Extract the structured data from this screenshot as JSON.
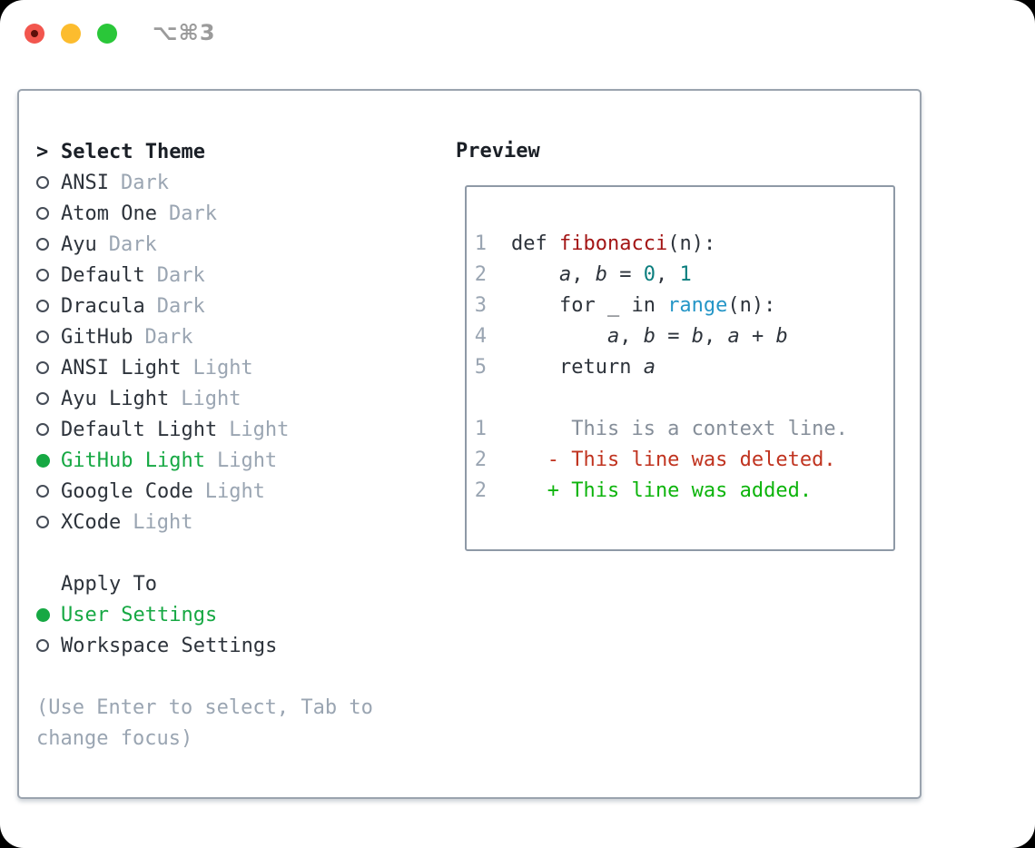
{
  "titlebar": {
    "shortcut": "⌥⌘3",
    "traffic_lights": [
      "close",
      "minimize",
      "zoom"
    ]
  },
  "theme_panel": {
    "title_prefix": ">",
    "title": "Select Theme",
    "themes": [
      {
        "name": "ANSI",
        "tag": "Dark",
        "selected": false
      },
      {
        "name": "Atom One",
        "tag": "Dark",
        "selected": false
      },
      {
        "name": "Ayu",
        "tag": "Dark",
        "selected": false
      },
      {
        "name": "Default",
        "tag": "Dark",
        "selected": false
      },
      {
        "name": "Dracula",
        "tag": "Dark",
        "selected": false
      },
      {
        "name": "GitHub",
        "tag": "Dark",
        "selected": false
      },
      {
        "name": "ANSI Light",
        "tag": "Light",
        "selected": false
      },
      {
        "name": "Ayu Light",
        "tag": "Light",
        "selected": false
      },
      {
        "name": "Default Light",
        "tag": "Light",
        "selected": false
      },
      {
        "name": "GitHub Light",
        "tag": "Light",
        "selected": true
      },
      {
        "name": "Google Code",
        "tag": "Light",
        "selected": false
      },
      {
        "name": "XCode",
        "tag": "Light",
        "selected": false
      }
    ],
    "apply_to": {
      "title": "Apply To",
      "options": [
        {
          "name": "User Settings",
          "selected": true
        },
        {
          "name": "Workspace Settings",
          "selected": false
        }
      ]
    },
    "hint_line1": "(Use Enter to select, Tab to",
    "hint_line2": "change focus)"
  },
  "preview": {
    "title": "Preview",
    "code_lines": [
      {
        "num": "1",
        "tokens": [
          {
            "t": "def ",
            "c": "pl"
          },
          {
            "t": "fibonacci",
            "c": "fn"
          },
          {
            "t": "(n):",
            "c": "pl"
          }
        ]
      },
      {
        "num": "2",
        "tokens": [
          {
            "t": "    ",
            "c": "pl"
          },
          {
            "t": "a",
            "c": "vr"
          },
          {
            "t": ", ",
            "c": "pl"
          },
          {
            "t": "b",
            "c": "vr"
          },
          {
            "t": " = ",
            "c": "pl"
          },
          {
            "t": "0",
            "c": "nm"
          },
          {
            "t": ", ",
            "c": "pl"
          },
          {
            "t": "1",
            "c": "nm"
          }
        ]
      },
      {
        "num": "3",
        "tokens": [
          {
            "t": "    for _ in ",
            "c": "pl"
          },
          {
            "t": "range",
            "c": "bi"
          },
          {
            "t": "(n):",
            "c": "pl"
          }
        ]
      },
      {
        "num": "4",
        "tokens": [
          {
            "t": "        ",
            "c": "pl"
          },
          {
            "t": "a",
            "c": "vr"
          },
          {
            "t": ", ",
            "c": "pl"
          },
          {
            "t": "b",
            "c": "vr"
          },
          {
            "t": " = ",
            "c": "pl"
          },
          {
            "t": "b",
            "c": "vr"
          },
          {
            "t": ", ",
            "c": "pl"
          },
          {
            "t": "a",
            "c": "vr"
          },
          {
            "t": " + ",
            "c": "pl"
          },
          {
            "t": "b",
            "c": "vr"
          }
        ]
      },
      {
        "num": "5",
        "tokens": [
          {
            "t": "    return ",
            "c": "pl"
          },
          {
            "t": "a",
            "c": "vr"
          }
        ]
      },
      {
        "num": "",
        "tokens": []
      },
      {
        "num": "1",
        "tokens": [
          {
            "t": "     This is a context line.",
            "c": "cx"
          }
        ]
      },
      {
        "num": "2",
        "tokens": [
          {
            "t": "   - This line was deleted.",
            "c": "del"
          }
        ]
      },
      {
        "num": "2",
        "tokens": [
          {
            "t": "   + This line was added.",
            "c": "add"
          }
        ]
      }
    ]
  },
  "colors": {
    "accent_green": "#16a843",
    "muted_gray": "#9aa5b2",
    "text_dark": "#2d333b",
    "function_red": "#a31515",
    "number_teal": "#0b7e7e",
    "builtin_blue": "#2596c7",
    "diff_deleted_red": "#c0331f",
    "diff_added_green": "#0db40c",
    "panel_border": "#9aa3ae",
    "traffic_red": "#f2564e",
    "traffic_yellow": "#fcbc2e",
    "traffic_green": "#2ac739"
  }
}
